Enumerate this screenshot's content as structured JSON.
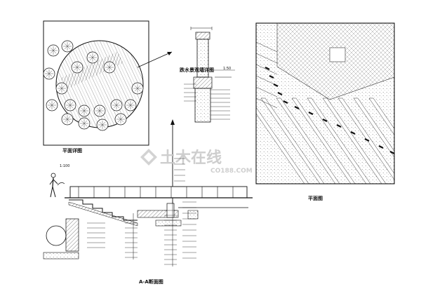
{
  "drawing": {
    "captions": {
      "plan_detail": "平面详图",
      "wall_detail": "跌水景观墙详图",
      "plan": "平面图",
      "section": "A-A断面图"
    },
    "dimension_marks": {
      "left": "1:100",
      "right": "1:50"
    },
    "watermark": {
      "logo_text": "土木在线",
      "site": "CO188.COM"
    },
    "colors": {
      "line": "#111111",
      "hatch": "#444444",
      "watermark": "#c9c9c9"
    }
  }
}
